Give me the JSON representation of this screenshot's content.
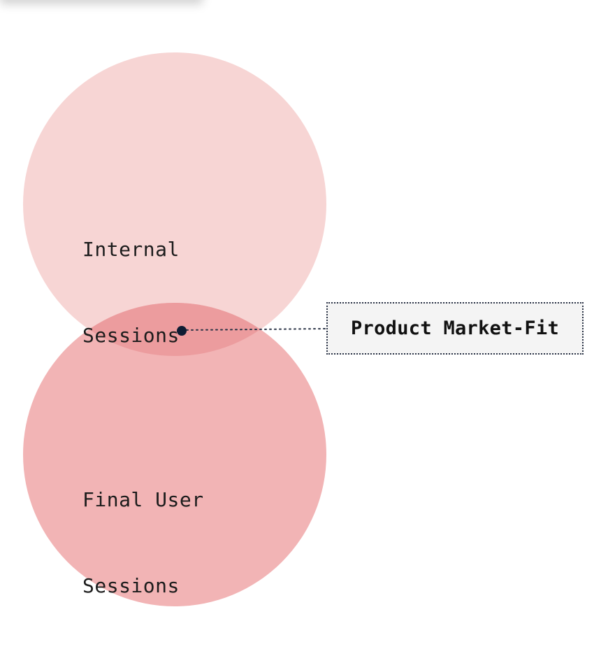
{
  "diagram": {
    "circles": [
      {
        "label_line1": "Internal",
        "label_line2": "Sessions",
        "color": "#f7d5d4"
      },
      {
        "label_line1": "Final User",
        "label_line2": "Sessions",
        "color": "#f2b4b5"
      }
    ],
    "overlap_color": "#ec9c9e",
    "callout": {
      "text": "Product Market-Fit",
      "marker_color": "#0f1c33",
      "box_background": "#f4f4f4",
      "border_color": "#2a3346"
    }
  }
}
